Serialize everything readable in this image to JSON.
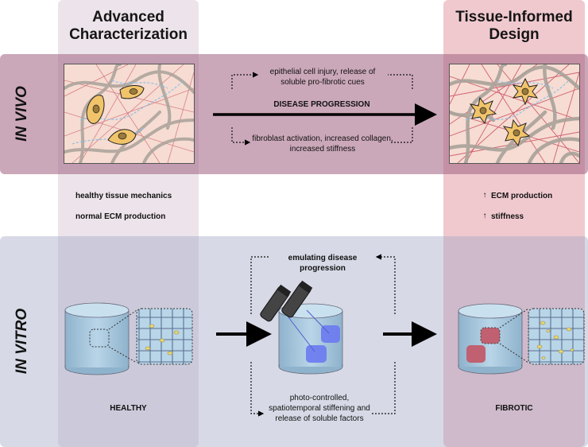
{
  "columns": {
    "left_title": "Advanced Characterization",
    "right_title": "Tissue-Informed Design"
  },
  "rows": {
    "in_vivo": "IN VIVO",
    "in_vitro": "IN VITRO"
  },
  "in_vivo": {
    "top_cue": "epithelial cell injury, release of soluble pro-fibrotic cues",
    "progression": "DISEASE PROGRESSION",
    "bottom_cue": "fibroblast activation, increased collagen, increased stiffness"
  },
  "healthy_props": [
    "healthy tissue mechanics",
    "normal ECM production"
  ],
  "fibrotic_props": [
    {
      "arrow": "↑",
      "text": "ECM production"
    },
    {
      "arrow": "↑",
      "text": "stiffness"
    }
  ],
  "in_vitro": {
    "emulating": "emulating disease progression",
    "healthy_label": "HEALTHY",
    "fibrotic_label": "FIBROTIC",
    "photo": "photo-controlled, spatiotemporal stiffening and release of soluble factors"
  },
  "colors": {
    "vivo_band": "#a06080",
    "vitro_band": "#a0a6c4",
    "left_column": "#ece4ea",
    "right_column": "#f0c9cf",
    "cell_fill": "#f2c46a",
    "hydrogel": "#a8c8e0",
    "blue_region": "#6a7af0",
    "red_region": "#c06070"
  },
  "icons": [
    "healthy-tissue-icon",
    "fibrotic-tissue-icon",
    "hydrogel-cylinder-icon",
    "light-source-icon",
    "fibroblast-cell-icon",
    "collagen-fiber-icon"
  ]
}
